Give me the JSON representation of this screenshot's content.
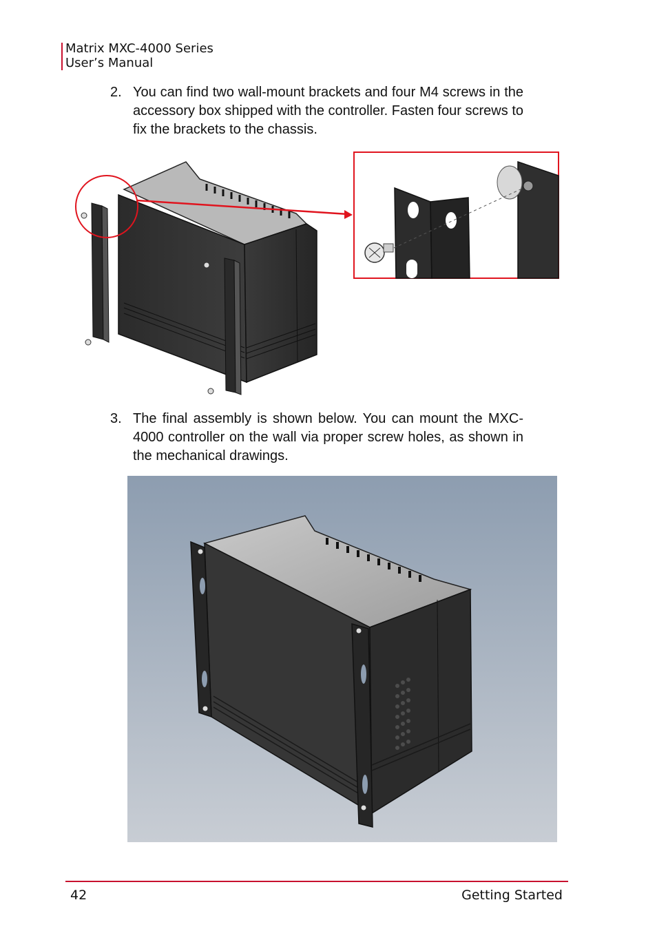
{
  "header": {
    "line1": "Matrix MXC-4000 Series",
    "line2": "User’s Manual",
    "accent_color": "#c8102e"
  },
  "steps": [
    {
      "number": "2.",
      "text": "You can find two wall-mount brackets and four M4 screws in the accessory box shipped with the controller. Fasten four screws to fix the brackets to the chassis."
    },
    {
      "number": "3.",
      "text": "The final assembly is shown below. You can mount the MXC-4000 controller on the wall via proper screw holes, as shown in the mechanical drawings."
    }
  ],
  "footer": {
    "page_number": "42",
    "section": "Getting Started"
  }
}
